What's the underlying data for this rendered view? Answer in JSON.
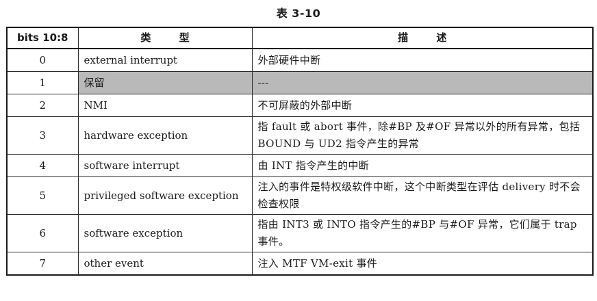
{
  "caption": "表 3-10",
  "headers": {
    "bits": "bits 10:8",
    "type": "类 型",
    "description": "描 述"
  },
  "rows": [
    {
      "bits": "0",
      "type": "external interrupt",
      "description": "外部硬件中断",
      "shaded": false
    },
    {
      "bits": "1",
      "type": "保留",
      "description": "---",
      "shaded": true
    },
    {
      "bits": "2",
      "type": "NMI",
      "description": "不可屏蔽的外部中断",
      "shaded": false
    },
    {
      "bits": "3",
      "type": "hardware exception",
      "description": "指 fault 或 abort 事件，除#BP 及#OF 异常以外的所有异常，包括 BOUND 与 UD2 指令产生的异常",
      "shaded": false
    },
    {
      "bits": "4",
      "type": "software interrupt",
      "description": "由 INT 指令产生的中断",
      "shaded": false
    },
    {
      "bits": "5",
      "type": "privileged software exception",
      "description": "注入的事件是特权级软件中断，这个中断类型在评估 delivery 时不会检查权限",
      "shaded": false
    },
    {
      "bits": "6",
      "type": "software exception",
      "description": "指由 INT3 或 INTO 指令产生的#BP 与#OF 异常，它们属于 trap 事件。",
      "shaded": false
    },
    {
      "bits": "7",
      "type": "other event",
      "description": "注入 MTF VM-exit 事件",
      "shaded": false
    }
  ],
  "colors": {
    "shaded_row_background": "#b9b9b9",
    "border": "#1a1a1a"
  }
}
